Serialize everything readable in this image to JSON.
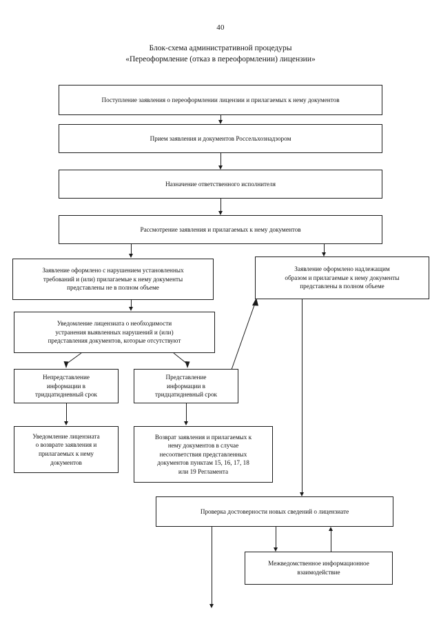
{
  "document": {
    "page_number": "40",
    "title_line1": "Блок-схема административной процедуры",
    "title_line2": "«Переоформление (отказ в переоформлении) лицензии»"
  },
  "chart_data": {
    "type": "diagram",
    "title": "Блок-схема административной процедуры «Переоформление (отказ в переоформлении) лицензии»",
    "nodes": [
      {
        "id": "n1",
        "lines": [
          "Поступление заявления о переоформлении лицензии и прилагаемых к нему документов"
        ]
      },
      {
        "id": "n2",
        "lines": [
          "Прием заявления и документов Россельхознадзором"
        ]
      },
      {
        "id": "n3",
        "lines": [
          "Назначение ответственного исполнителя"
        ]
      },
      {
        "id": "n4",
        "lines": [
          "Рассмотрение заявления и прилагаемых к нему документов"
        ]
      },
      {
        "id": "n5",
        "lines": [
          "Заявление оформлено с нарушением установленных",
          "требований и (или) прилагаемые к нему документы",
          "представлены не в полном объеме"
        ]
      },
      {
        "id": "n6",
        "lines": [
          "Заявление оформлено надлежащим",
          "образом и прилагаемые к нему документы",
          "представлены в полном объеме"
        ]
      },
      {
        "id": "n7",
        "lines": [
          "Уведомление лицензиата о необходимости",
          "устранения выявленных нарушений и (или)",
          "представления документов, которые отсутствуют"
        ]
      },
      {
        "id": "n8",
        "lines": [
          "Непредставление",
          "информации в",
          "тридцатидневный срок"
        ]
      },
      {
        "id": "n9",
        "lines": [
          "Представление",
          "информации в",
          "тридцатидневный срок"
        ]
      },
      {
        "id": "n10",
        "lines": [
          "Уведомление лицензиата",
          "о возврате заявления и",
          "прилагаемых к нему",
          "документов"
        ]
      },
      {
        "id": "n11",
        "lines": [
          "Возврат заявления и прилагаемых к",
          "нему документов в случае",
          "несоответствия представленных",
          "документов пунктам 15, 16, 17, 18",
          "или 19 Регламента"
        ]
      },
      {
        "id": "n12",
        "lines": [
          "Проверка достоверности новых сведений о лицензиате"
        ]
      },
      {
        "id": "n13",
        "lines": [
          "Межведомственное информационное",
          "взаимодействие"
        ]
      }
    ],
    "edges": [
      {
        "from": "n1",
        "to": "n2",
        "style": "straight-down"
      },
      {
        "from": "n2",
        "to": "n3",
        "style": "straight-down"
      },
      {
        "from": "n3",
        "to": "n4",
        "style": "straight-down"
      },
      {
        "from": "n4",
        "to": "n5",
        "style": "branch-left"
      },
      {
        "from": "n4",
        "to": "n6",
        "style": "branch-right"
      },
      {
        "from": "n5",
        "to": "n7",
        "style": "straight-down"
      },
      {
        "from": "n7",
        "to": "n8",
        "style": "branch-left"
      },
      {
        "from": "n7",
        "to": "n9",
        "style": "branch-right"
      },
      {
        "from": "n8",
        "to": "n10",
        "style": "straight-down"
      },
      {
        "from": "n9",
        "to": "n11",
        "style": "straight-down"
      },
      {
        "from": "n9",
        "to": "n6",
        "style": "diagonal-up-right"
      },
      {
        "from": "n6",
        "to": "n12",
        "style": "long-vertical-down"
      },
      {
        "from": "n12",
        "to": "n13",
        "style": "straight-down"
      },
      {
        "from": "n13",
        "to": "n12",
        "style": "straight-up"
      },
      {
        "from": "n12",
        "to": "end",
        "style": "down-open"
      }
    ],
    "colors": {
      "stroke": "#1a1a1a",
      "fill": "#ffffff",
      "background": "#ffffff"
    }
  }
}
